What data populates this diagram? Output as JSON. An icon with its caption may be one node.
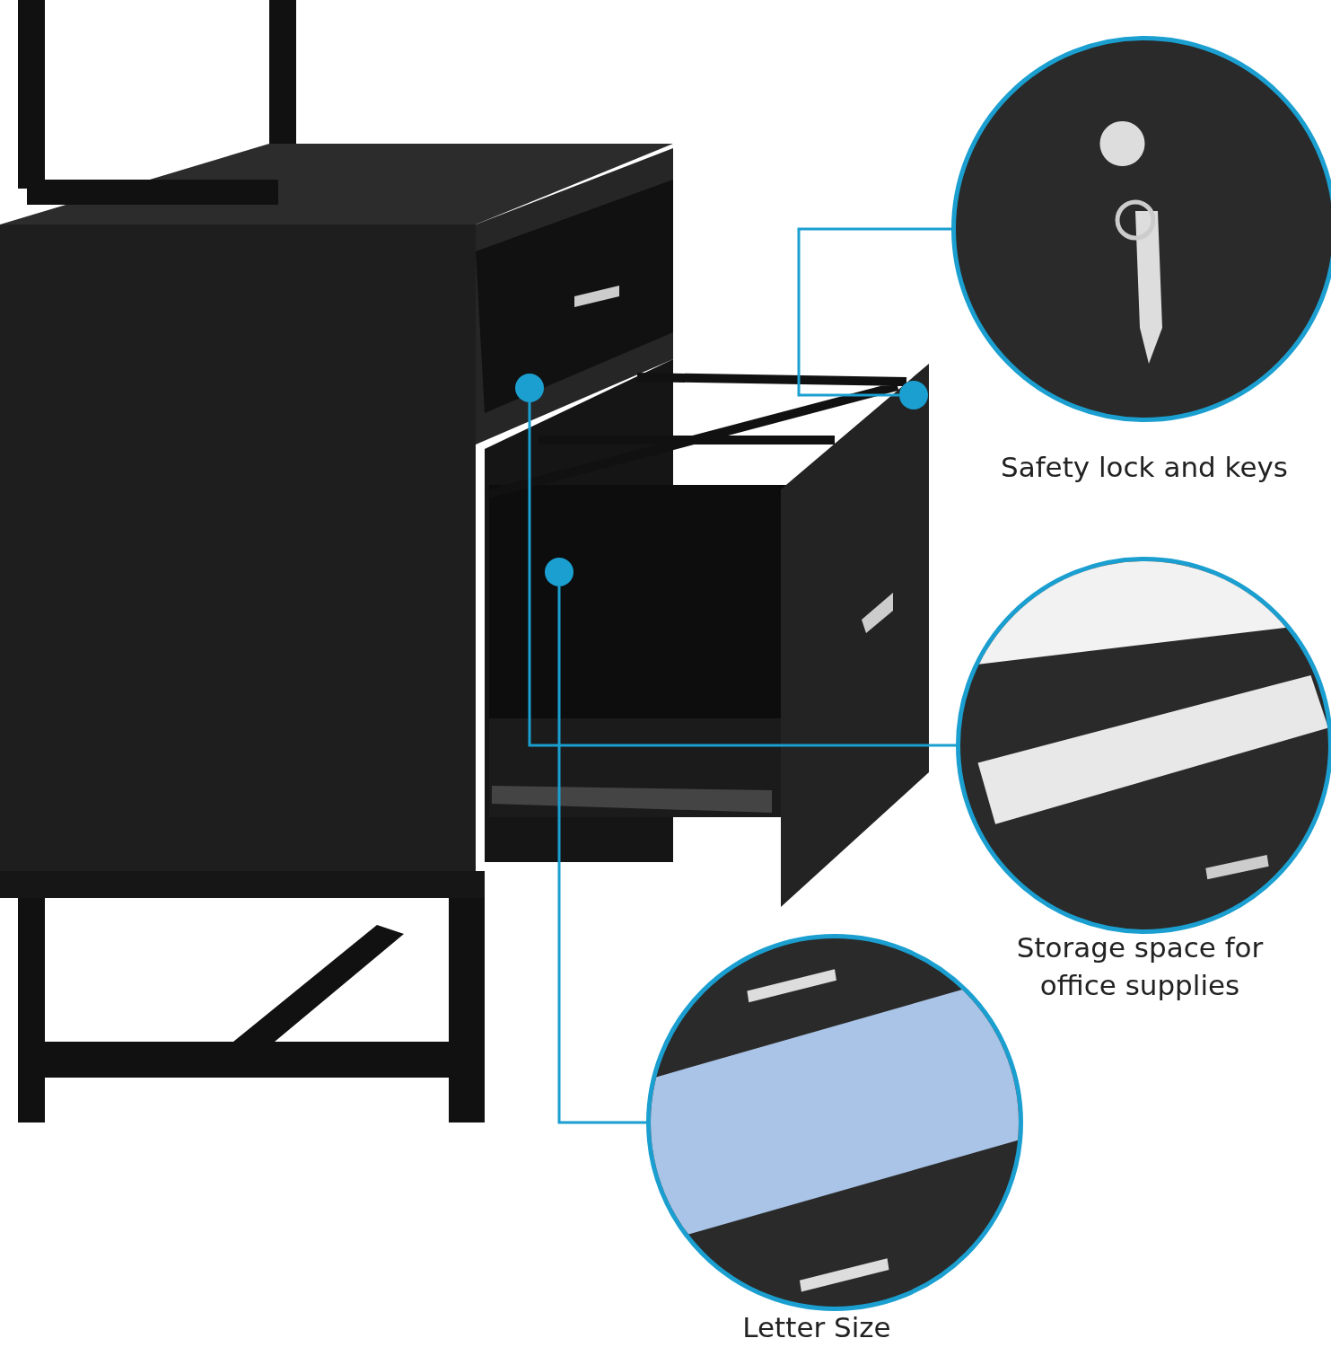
{
  "diagram": {
    "nodes": [
      {
        "text": [],
        "shape": "picture"
      },
      {
        "text": [],
        "shape": "circle",
        "in": 0
      },
      {
        "text": [],
        "shape": "picture",
        "beside": [
          "Safety lock and keys"
        ]
      },
      {
        "text": [],
        "shape": "circle",
        "in": 0
      },
      {
        "text": [],
        "shape": "picture",
        "beside": [
          "Storage space for office supplies"
        ]
      },
      {
        "text": [],
        "shape": "circle",
        "in": 0
      },
      {
        "text": [],
        "shape": "picture",
        "beside": [
          "Letter Size"
        ]
      }
    ],
    "edges": [
      {
        "from": 1,
        "to": 2,
        "arrow": "none"
      },
      {
        "from": 3,
        "to": 4,
        "arrow": "none"
      },
      {
        "from": 5,
        "to": 6,
        "arrow": "none"
      }
    ]
  }
}
